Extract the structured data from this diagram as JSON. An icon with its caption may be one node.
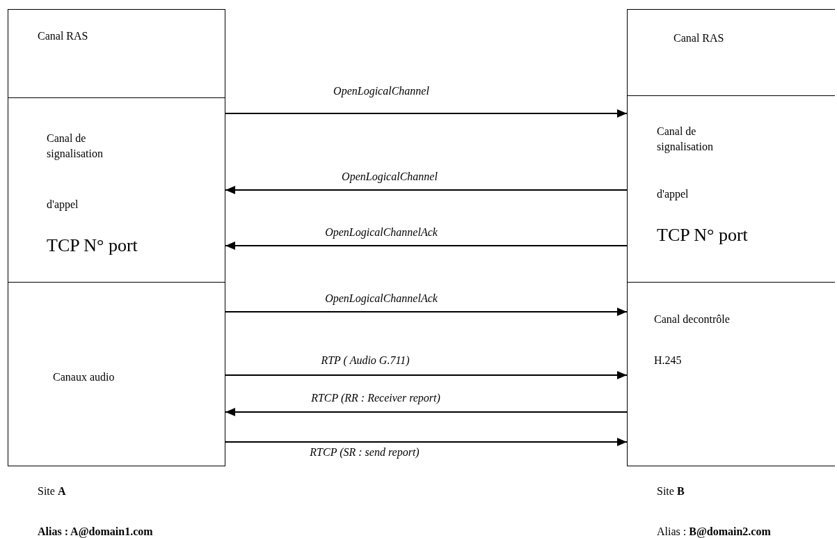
{
  "diagram": {
    "nodes": [
      {
        "text": [
          "Canal  RAS"
        ]
      },
      {
        "text": [
          "Canal de signalisation",
          "d'appel",
          "TCP N° port"
        ]
      },
      {
        "text": [
          "Canaux audio"
        ]
      },
      {
        "text": [
          "Canal  RAS"
        ]
      },
      {
        "text": [
          "Canal de signalisation",
          "d'appel",
          "TCP N° port"
        ]
      },
      {
        "text": [
          "Canal decontrôle",
          "H.245"
        ]
      }
    ],
    "edges": [
      {
        "from": 1,
        "to": 4,
        "arrow": "to",
        "label": "OpenLogicalChannel"
      },
      {
        "from": 4,
        "to": 1,
        "arrow": "to",
        "label": "OpenLogicalChannel"
      },
      {
        "from": 4,
        "to": 1,
        "arrow": "to",
        "label": "OpenLogicalChannelAck"
      },
      {
        "from": 2,
        "to": 5,
        "arrow": "to",
        "label": "OpenLogicalChannelAck"
      },
      {
        "from": 2,
        "to": 5,
        "arrow": "to",
        "label": "RTP ( Audio G.711)"
      },
      {
        "from": 5,
        "to": 2,
        "arrow": "to",
        "label": "RTCP (RR : Receiver report)"
      },
      {
        "from": 2,
        "to": 5,
        "arrow": "to",
        "label": "RTCP (SR : send report)"
      }
    ],
    "labels": [
      "Site **A**",
      "Site **B**",
      "Alias : A@domain1.com",
      "Alias : **B@domain2.com**"
    ]
  }
}
